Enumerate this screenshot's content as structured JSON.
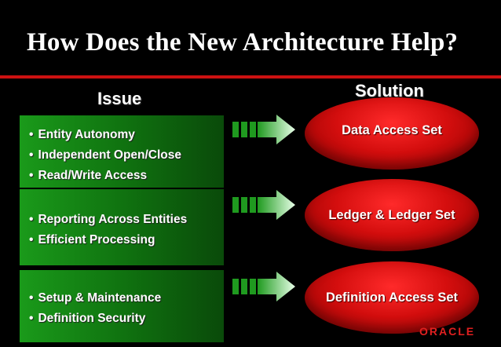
{
  "slide": {
    "title": "How Does the New Architecture Help?",
    "issue_header": "Issue",
    "solution_header": "Solution"
  },
  "rows": [
    {
      "issues": [
        "Entity Autonomy",
        "Independent Open/Close",
        "Read/Write Access"
      ],
      "solution": "Data Access Set"
    },
    {
      "issues": [
        "Reporting Across Entities",
        "Efficient Processing"
      ],
      "solution": "Ledger & Ledger Set"
    },
    {
      "issues": [
        "Setup & Maintenance",
        "Definition Security"
      ],
      "solution": "Definition Access Set"
    }
  ],
  "bullet_char": "•",
  "logo_text": "ORACLE",
  "colors": {
    "background": "#000000",
    "rule": "#cc1111",
    "issue_box": "#117711",
    "solution_oval": "#d40e0e",
    "arrow": "#1f9a1f",
    "logo": "#e02020"
  },
  "icons": [
    "arrow-right-icon"
  ]
}
